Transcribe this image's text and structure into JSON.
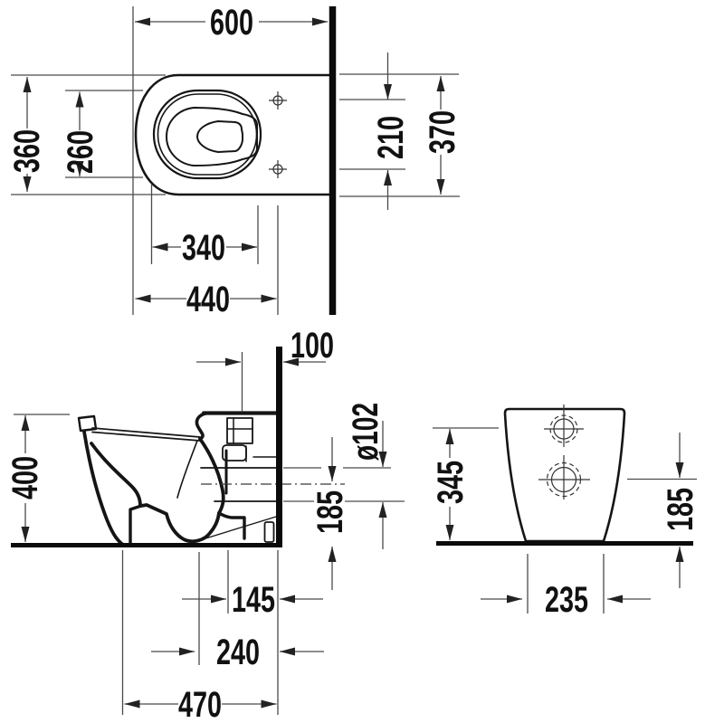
{
  "drawing": {
    "kind": "technical dimensional drawing",
    "subject": "floor-standing toilet, three orthographic views (top, side section, rear)",
    "unit": "mm",
    "colors": {
      "line": "#151515",
      "dimension": "#4a4a4a",
      "background": "#ffffff"
    }
  },
  "dims": {
    "top_600": "600",
    "top_360": "360",
    "top_260": "260",
    "top_210": "210",
    "top_370": "370",
    "top_340": "340",
    "top_440": "440",
    "side_100": "100",
    "side_400": "400",
    "side_diameter_102": "ø102",
    "side_185": "185",
    "side_145": "145",
    "side_240": "240",
    "side_470": "470",
    "rear_345": "345",
    "rear_185": "185",
    "rear_235": "235"
  }
}
